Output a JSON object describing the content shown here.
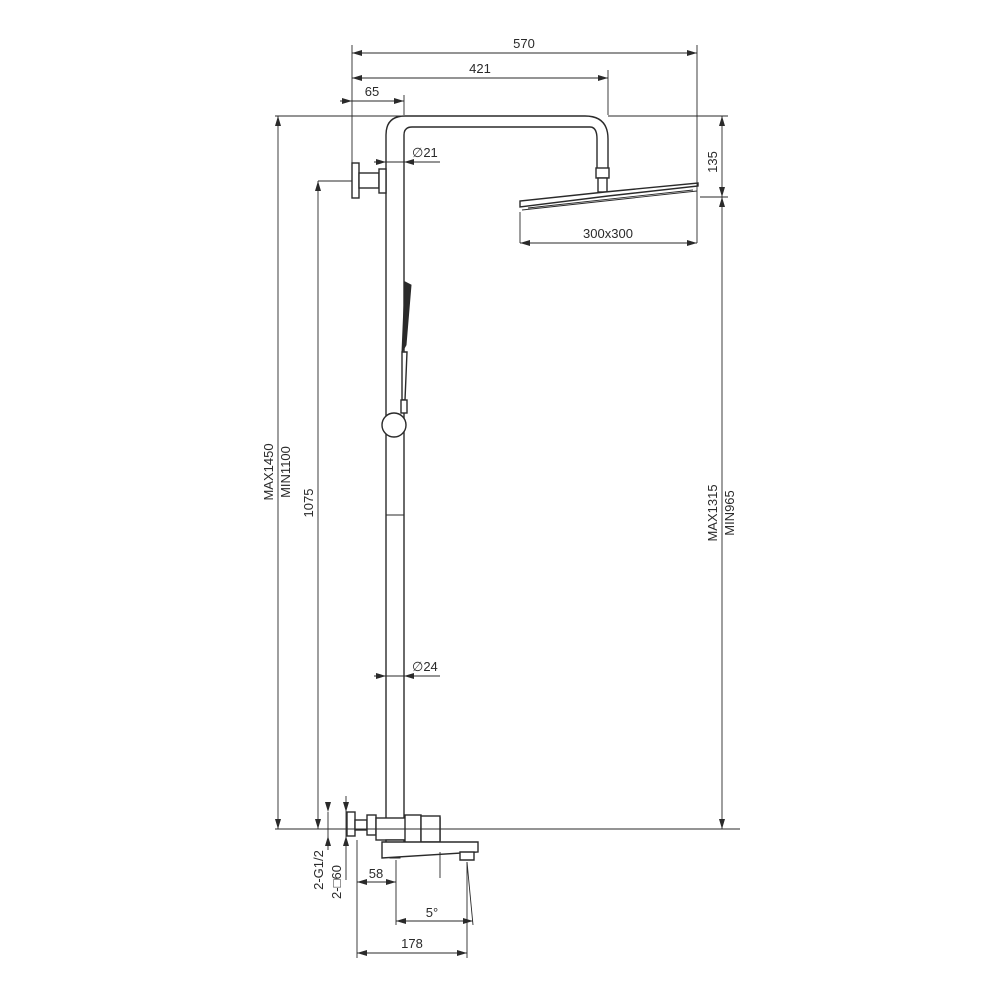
{
  "dimensions": {
    "overall_width": "570",
    "arm_reach": "421",
    "wall_offset": "65",
    "arm_diameter": "∅21",
    "head_height": "135",
    "head_size": "300x300",
    "max_height": "MAX1450",
    "min_height": "MIN1100",
    "holder_height": "1075",
    "head_max": "MAX1315",
    "head_min": "MIN965",
    "pipe_diameter": "∅24",
    "inlet_thread": "2-G1/2",
    "inlet_flange": "2-□60",
    "spout_offset": "58",
    "spout_angle": "5°",
    "spout_reach": "178"
  },
  "colors": {
    "line": "#2a2a2a",
    "background": "#ffffff"
  }
}
